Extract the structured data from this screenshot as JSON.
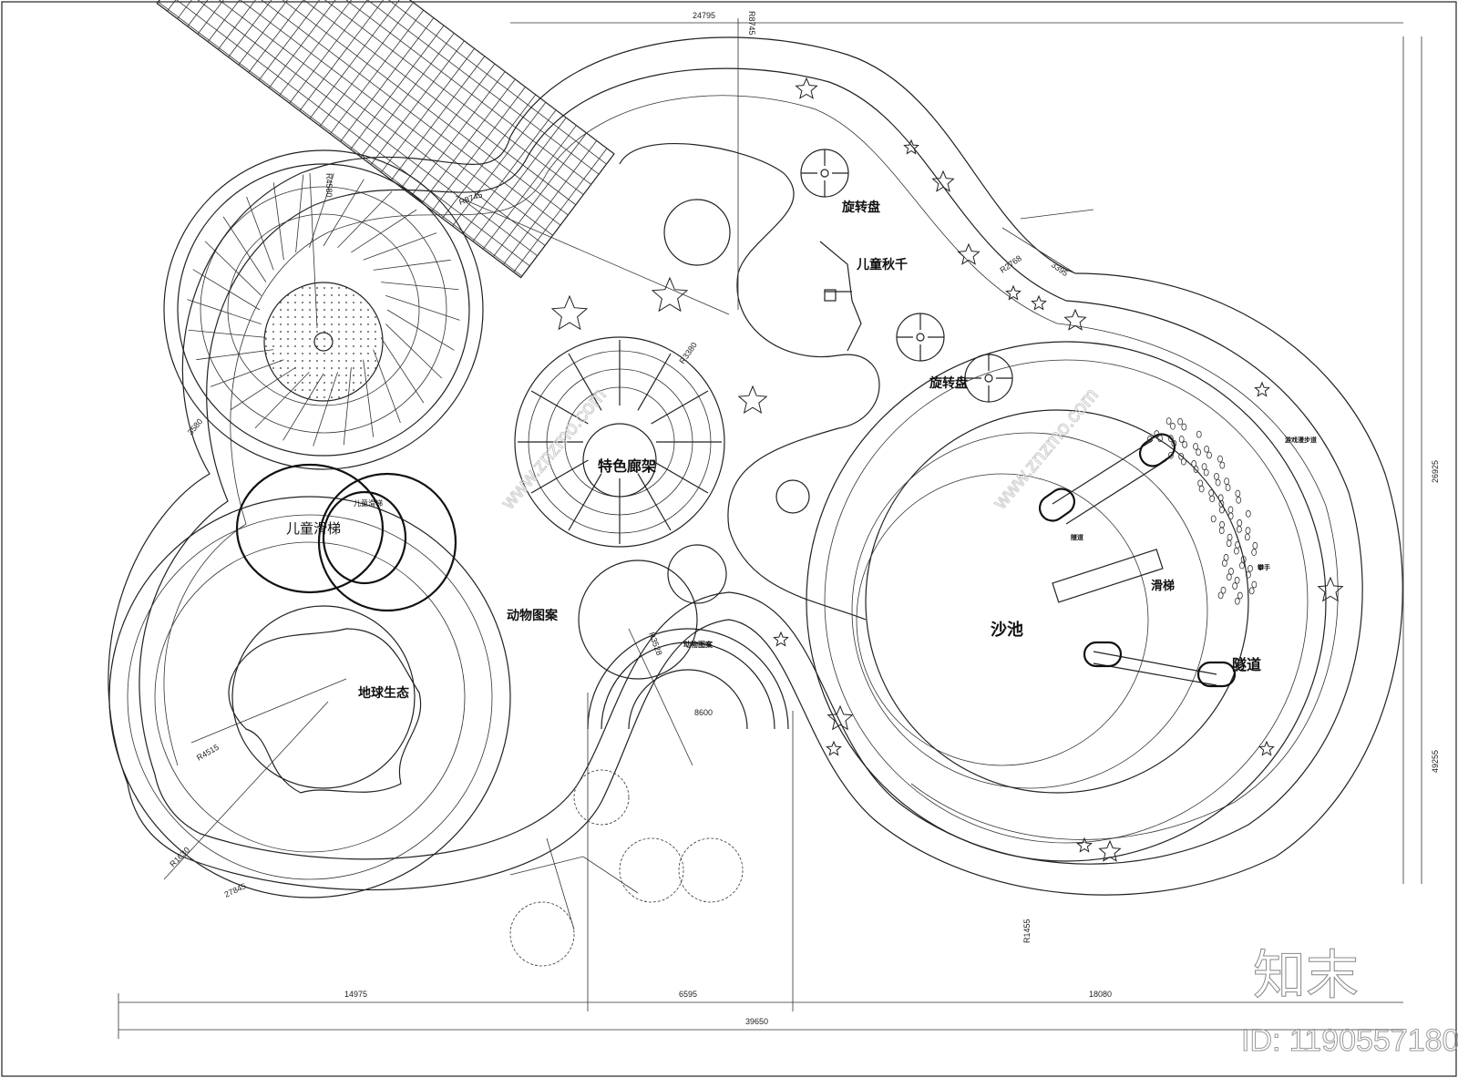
{
  "labels": {
    "rotating_disc_1": "旋转盘",
    "rotating_disc_2": "旋转盘",
    "kids_swing": "儿童秋千",
    "feature_pergola": "特色廊架",
    "kids_slide": "儿童滑梯",
    "kids_slide_small": "儿童滑梯",
    "animal_pattern": "动物图案",
    "animal_pattern_small": "动物图案",
    "earth_ecology": "地球生态",
    "sand_pit": "沙池",
    "slide": "滑梯",
    "tunnel_large": "隧道",
    "tunnel_small": "隧道",
    "climbing_grip": "攀手",
    "play_walkway": "游戏漫步道"
  },
  "dimensions": {
    "top_width": "24795",
    "top_radius": "R8745",
    "left_radius": "R8745",
    "tree_circle_radius": "R4580",
    "tree_circle_offset": "3580",
    "pergola_radius": "R3380",
    "arc_radius": "R3528",
    "arc_span": "8600",
    "neck_radius": "R2768",
    "neck_width": "3395",
    "right_height": "26925",
    "right_height_lower": "49255",
    "earth_radius": "R4515",
    "outer_radius": "R1630",
    "left_span": "27845",
    "bottom_radius": "R1455",
    "bottom_seg_1": "14975",
    "bottom_seg_2": "6595",
    "bottom_seg_3": "18080",
    "bottom_total": "39650"
  },
  "watermark": {
    "logo": "知末",
    "id": "ID: 1190557180",
    "url": "www.znzmo.com"
  }
}
